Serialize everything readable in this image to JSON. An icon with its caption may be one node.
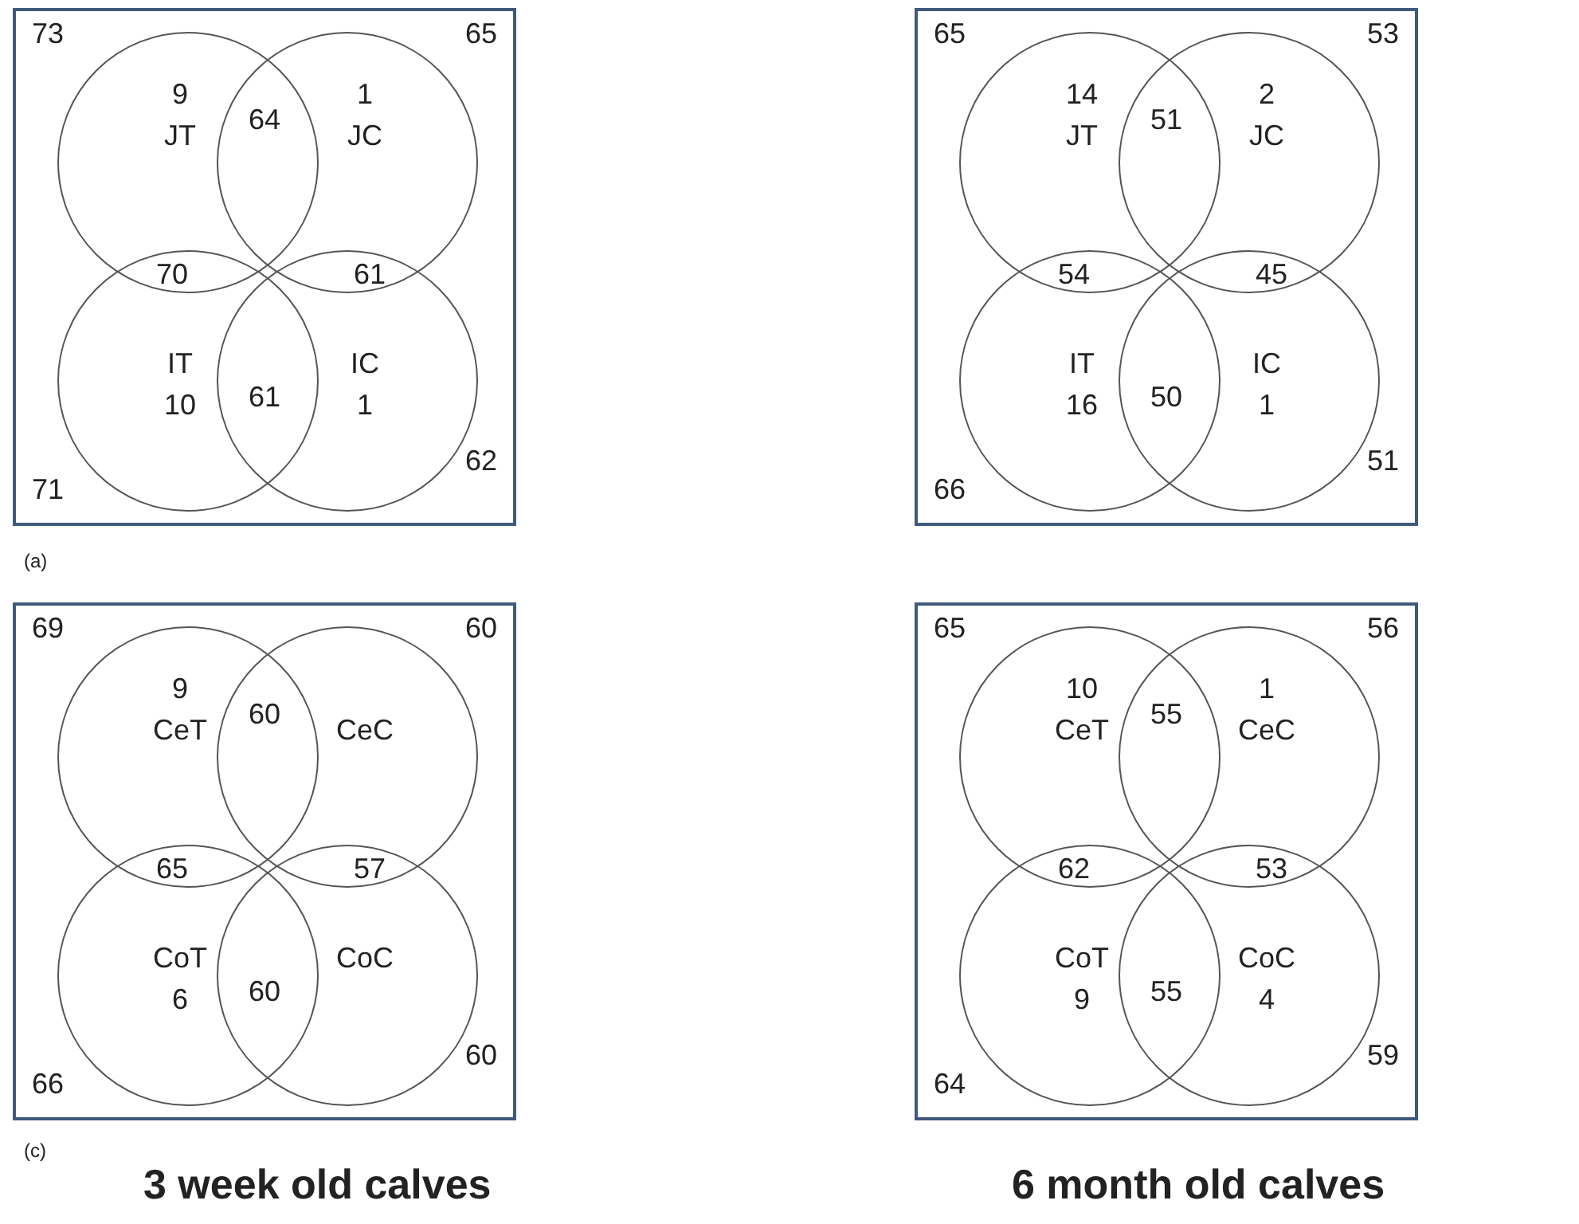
{
  "diagram": {
    "nodes": [
      {
        "text": [],
        "shape": "box"
      },
      {
        "text": [
          "9",
          "JT"
        ],
        "in": 0,
        "beside": [
          "73"
        ]
      },
      {
        "text": [
          "1",
          "JC"
        ],
        "in": 0,
        "beside": [
          "65"
        ]
      },
      {
        "text": [
          "IT",
          "10"
        ],
        "in": 0,
        "beside": [
          "71"
        ]
      },
      {
        "text": [
          "IC",
          "1"
        ],
        "in": 0,
        "beside": [
          "62"
        ]
      },
      {
        "text": [],
        "shape": "box"
      },
      {
        "text": [
          "14",
          "JT"
        ],
        "in": 5,
        "beside": [
          "65"
        ]
      },
      {
        "text": [
          "2",
          "JC"
        ],
        "in": 5,
        "beside": [
          "53"
        ]
      },
      {
        "text": [
          "IT",
          "16"
        ],
        "in": 5,
        "beside": [
          "66"
        ]
      },
      {
        "text": [
          "IC",
          "1"
        ],
        "in": 5,
        "beside": [
          "51"
        ]
      },
      {
        "text": [],
        "shape": "box"
      },
      {
        "text": [
          "9",
          "CeT"
        ],
        "in": 10,
        "beside": [
          "69"
        ]
      },
      {
        "text": [
          "CeC"
        ],
        "in": 10,
        "beside": [
          "60"
        ]
      },
      {
        "text": [
          "CoT",
          "6"
        ],
        "in": 10,
        "beside": [
          "66"
        ]
      },
      {
        "text": [
          "CoC"
        ],
        "in": 10,
        "beside": [
          "60"
        ]
      },
      {
        "text": [],
        "shape": "box"
      },
      {
        "text": [
          "10",
          "CeT"
        ],
        "in": 15,
        "beside": [
          "65"
        ]
      },
      {
        "text": [
          "1",
          "CeC"
        ],
        "in": 15,
        "beside": [
          "56"
        ]
      },
      {
        "text": [
          "CoT",
          "9"
        ],
        "in": 15,
        "beside": [
          "64"
        ]
      },
      {
        "text": [
          "CoC",
          "4"
        ],
        "in": 15,
        "beside": [
          "59"
        ]
      }
    ],
    "edges": [],
    "labels": [
      "64",
      "70",
      "61",
      "61",
      "51",
      "54",
      "45",
      "50",
      "(a)",
      "60",
      "65",
      "57",
      "60",
      "55",
      "62",
      "53",
      "55",
      "(c)",
      "3 week old calves",
      "6 month old calves"
    ]
  }
}
